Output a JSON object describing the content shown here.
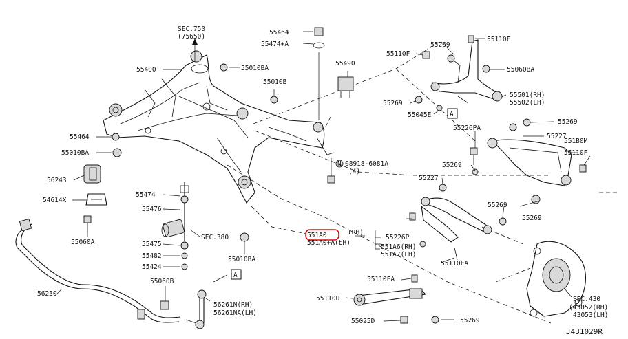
{
  "diagram_id": "J431029R",
  "highlight_color": "#d11111",
  "labels": {
    "sec750": "SEC.750",
    "sec750_ref": "(75650)",
    "p55400": "55400",
    "p55464_top": "55464",
    "p55474a_top": "55474+A",
    "p55010ba_top": "55010BA",
    "p55010b": "55010B",
    "p55490": "55490",
    "p55464_left": "55464",
    "p55010ba_left": "55010BA",
    "n08918": "08918-6081A",
    "n08918_qty": "(4)",
    "p56243": "56243",
    "p54614x": "54614X",
    "p55060a": "55060A",
    "p55474": "55474",
    "p55476": "55476",
    "sec380": "SEC.380",
    "p55475": "55475",
    "p55482": "55482",
    "p55424": "55424",
    "p55010ba_mid": "55010BA",
    "p55060b": "55060B",
    "p56230": "56230",
    "p56261n": "56261N(RH)",
    "p56261na": "56261NA(LH)",
    "ref_a_left": "A",
    "ref_a_right": "A",
    "p55269_1": "55269",
    "p55110f_1": "55110F",
    "p55110f_2": "55110F",
    "p55060ba": "55060BA",
    "p55501": "55501(RH)",
    "p55502": "55502(LH)",
    "p55269_2": "55269",
    "p55045e": "55045E",
    "p55226pa": "55226PA",
    "p55269_3": "55269",
    "p55227_1": "55227",
    "p551b0m": "551B0M",
    "p55110f_3": "55110F",
    "p55269_4": "55269",
    "p55227_2": "55227",
    "p55269_5": "55269",
    "p55269_6": "55269",
    "p551a0": "551A0",
    "p551a0_rh": "(RH)",
    "p551a0a": "551A0+A(LH)",
    "p55226p": "55226P",
    "p551a6": "551A6(RH)",
    "p551a7": "551A7(LH)",
    "p55110fa_1": "55110FA",
    "p55110fa_2": "55110FA",
    "p55110u": "55110U",
    "p55025d": "55025D",
    "p55269_7": "55269",
    "sec430": "SEC.430",
    "p43052": "(43052(RH)",
    "p43053": "43053(LH)"
  }
}
